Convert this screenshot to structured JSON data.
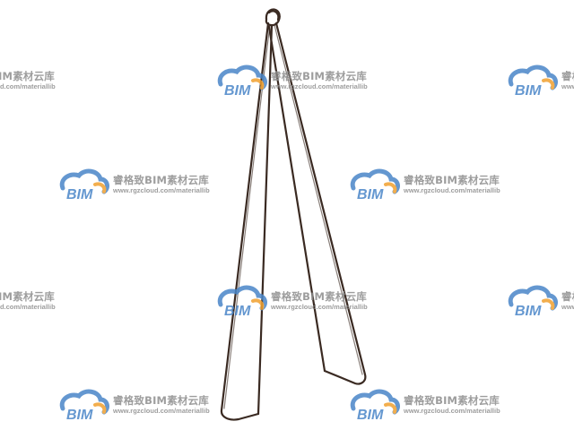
{
  "watermark": {
    "logo_text": "BIM",
    "name": "睿格致BIM素材云库",
    "url": "www.rgzcloud.com/materiallib",
    "logo_blue": "#4a86c8",
    "logo_orange": "#f0a030",
    "text_gray": "#8c8c8c"
  },
  "object": {
    "description_icon": "wire-hanger-icon",
    "wire_color": "#3a2a22"
  }
}
